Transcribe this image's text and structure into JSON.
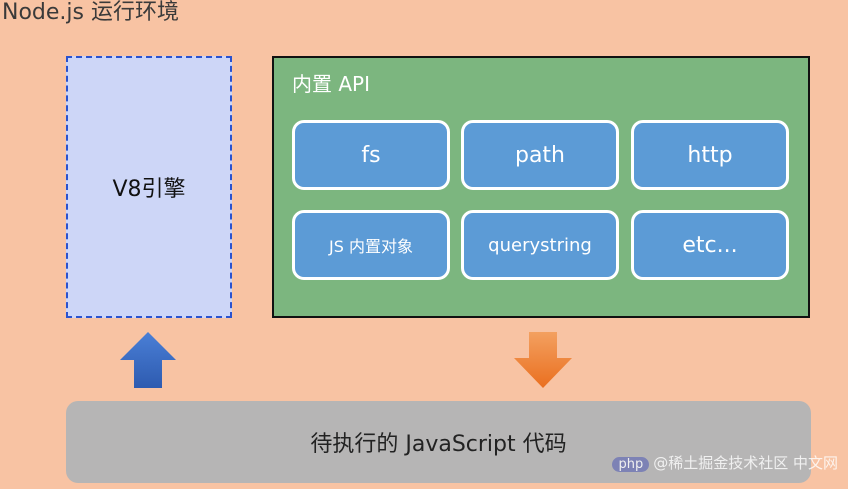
{
  "title": "Node.js 运行环境",
  "v8": {
    "label": "V8引擎"
  },
  "builtin_api": {
    "title": "内置 API",
    "modules": [
      "fs",
      "path",
      "http",
      "JS 内置对象",
      "querystring",
      "etc..."
    ]
  },
  "code_bar": {
    "label": "待执行的 JavaScript 代码"
  },
  "watermark": {
    "logo": "php",
    "text": "@稀土掘金技术社区 中文网"
  },
  "colors": {
    "background": "#f8c3a3",
    "v8_box": "#cdd6f7",
    "v8_border": "#2a52cf",
    "api_box": "#7cb67f",
    "module_fill": "#5c9bd6",
    "arrow_up": "#3f70c8",
    "arrow_down": "#ee7d32",
    "code_bar": "#b6b5b5"
  }
}
